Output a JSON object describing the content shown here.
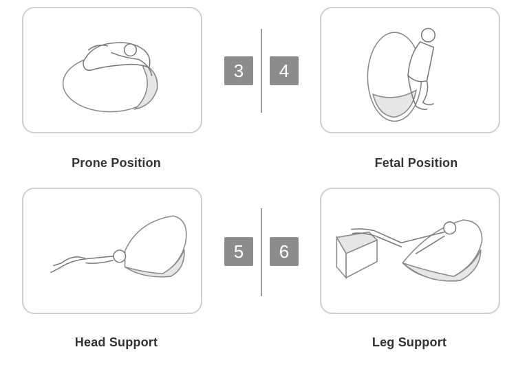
{
  "positions": [
    {
      "number": "3",
      "caption": "Prone Position",
      "icon": "prone-position-illustration"
    },
    {
      "number": "4",
      "caption": "Fetal Position",
      "icon": "fetal-position-illustration"
    },
    {
      "number": "5",
      "caption": "Head Support",
      "icon": "head-support-illustration"
    },
    {
      "number": "6",
      "caption": "Leg Support",
      "icon": "leg-support-illustration"
    }
  ],
  "colors": {
    "badge": "#8c8c8c",
    "border": "#cfcfcf",
    "text": "#333333"
  }
}
